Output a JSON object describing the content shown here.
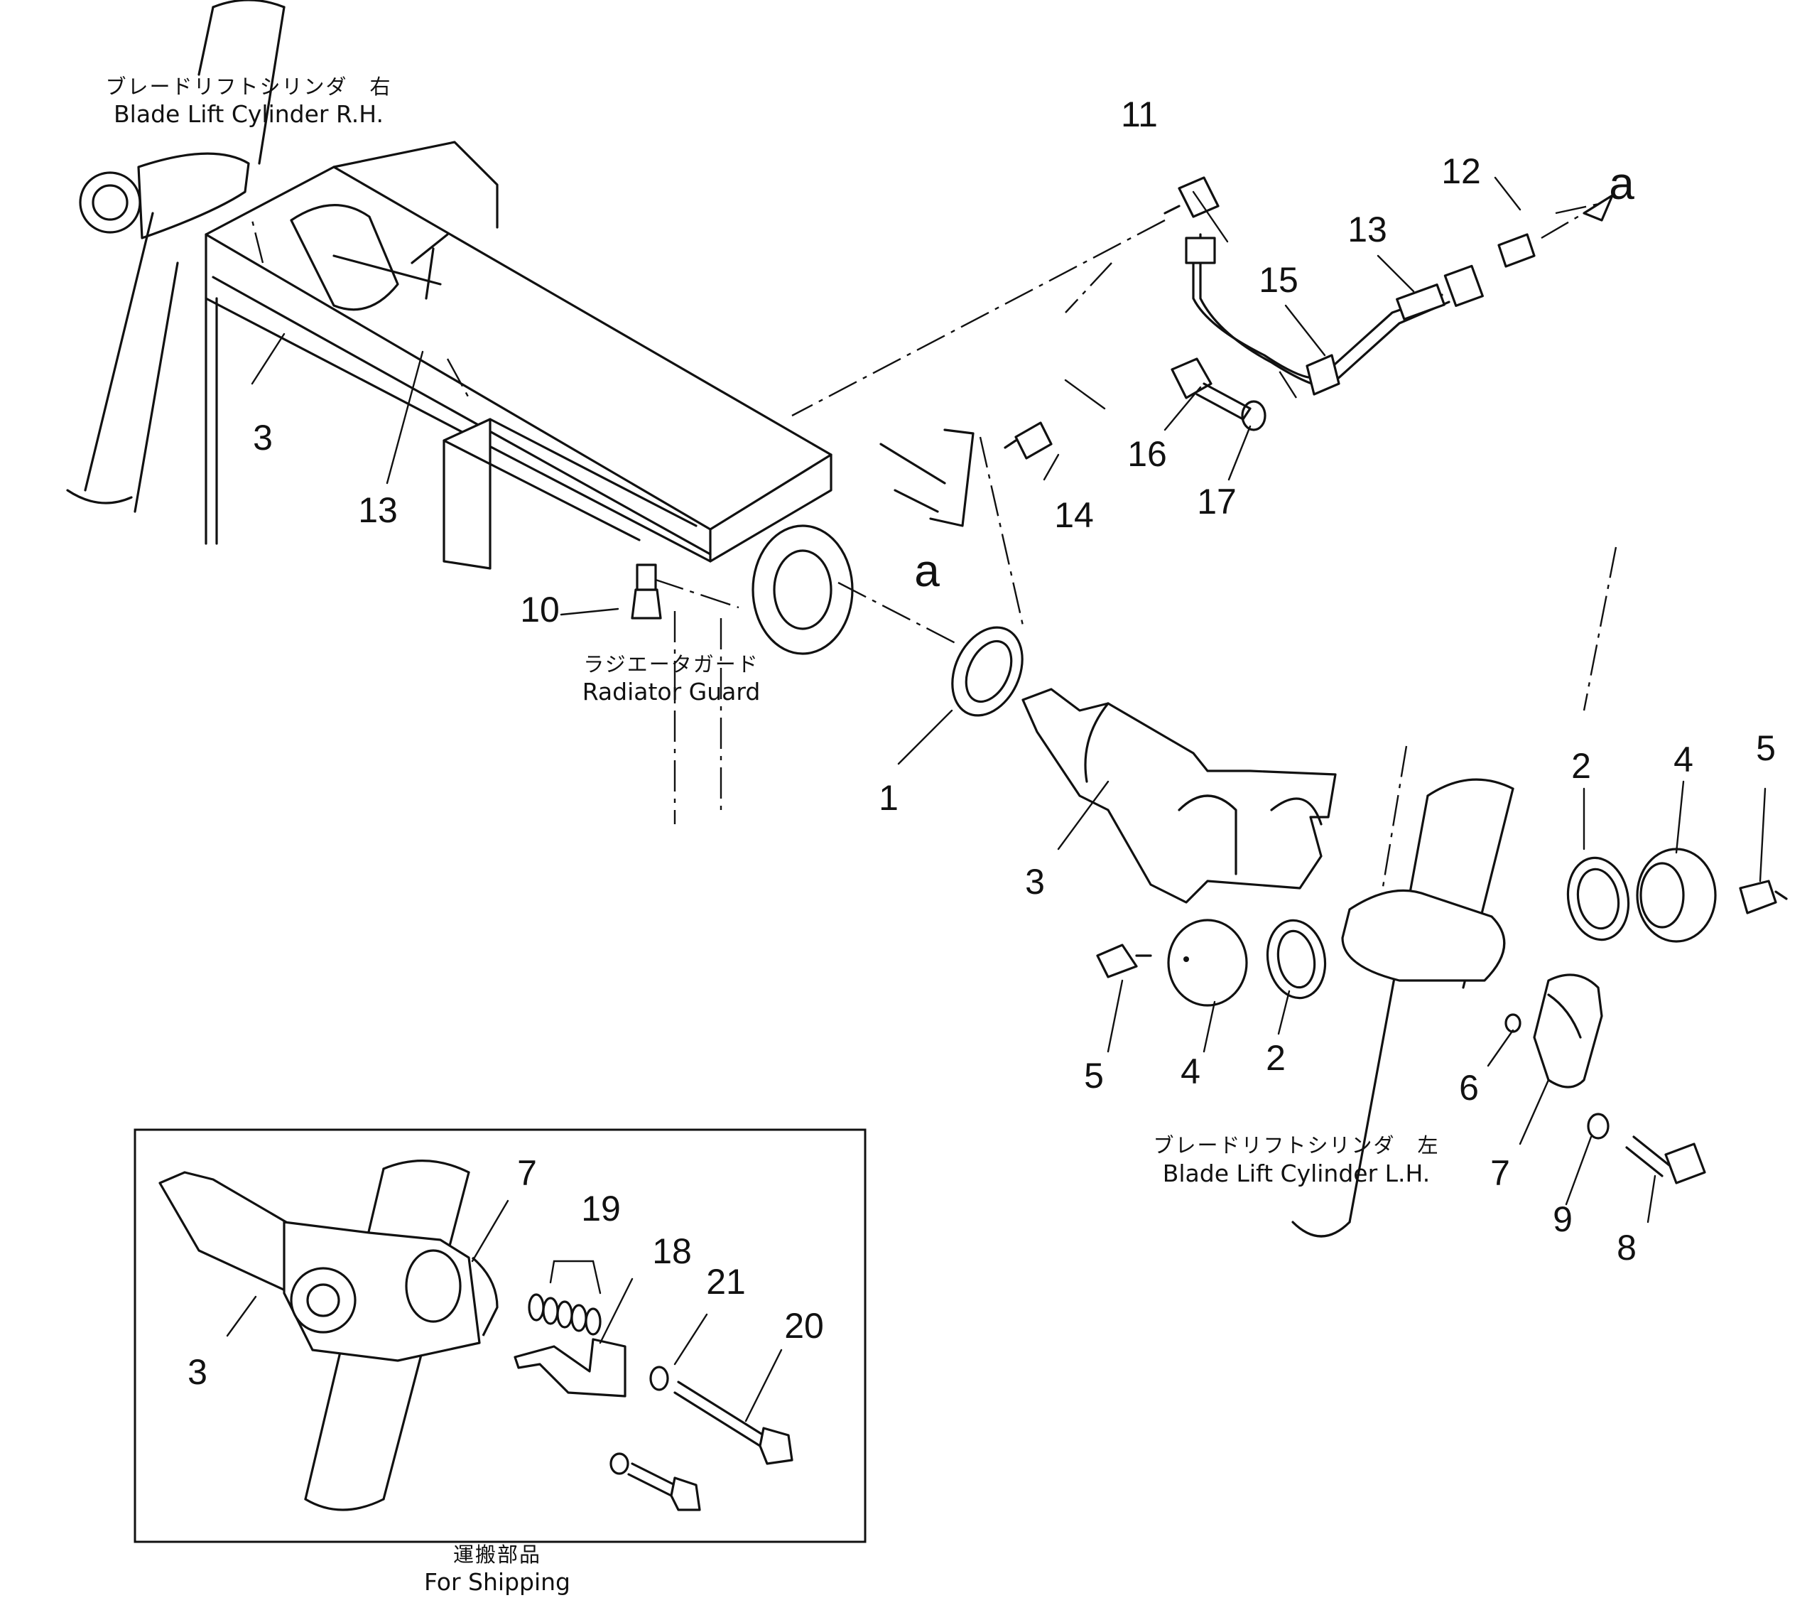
{
  "labels": {
    "cyl_rh_jp": "ブレードリフトシリンダ　右",
    "cyl_rh_en": "Blade Lift Cylinder R.H.",
    "cyl_lh_jp": "ブレードリフトシリンダ　左",
    "cyl_lh_en": "Blade Lift Cylinder L.H.",
    "radiator_jp": "ラジエータガード",
    "radiator_en": "Radiator Guard",
    "shipping_jp": "運搬部品",
    "shipping_en": "For Shipping",
    "ref_a": "a"
  },
  "callouts": {
    "p1": "1",
    "p2": "2",
    "p3": "3",
    "p4": "4",
    "p5": "5",
    "p6": "6",
    "p7": "7",
    "p8": "8",
    "p9": "9",
    "p10": "10",
    "p11": "11",
    "p12": "12",
    "p13": "13",
    "p14": "14",
    "p15": "15",
    "p16": "16",
    "p17": "17",
    "p18": "18",
    "p19": "19",
    "p20": "20",
    "p21": "21"
  }
}
